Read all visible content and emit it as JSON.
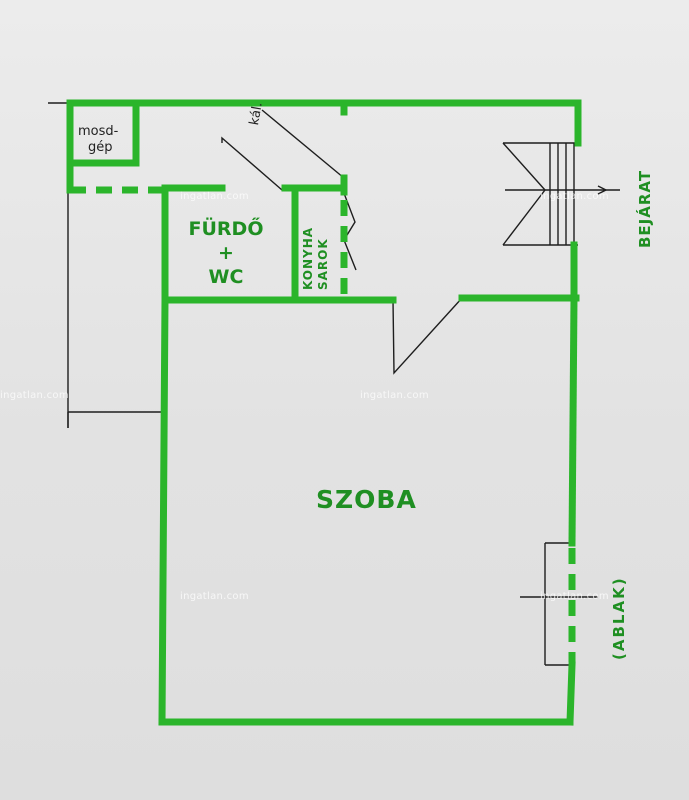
{
  "rooms": {
    "washer": [
      "mosd-",
      "gép"
    ],
    "boiler": "kál.",
    "bathroom": [
      "FÜRDŐ",
      "+",
      "WC"
    ],
    "kitchen": [
      "KONYHA",
      "SAROK"
    ],
    "main_room": "SZOBA"
  },
  "features": {
    "entrance": "BEJÁRAT",
    "window": "(ABLAK)"
  },
  "watermark": "ingatlan.com"
}
